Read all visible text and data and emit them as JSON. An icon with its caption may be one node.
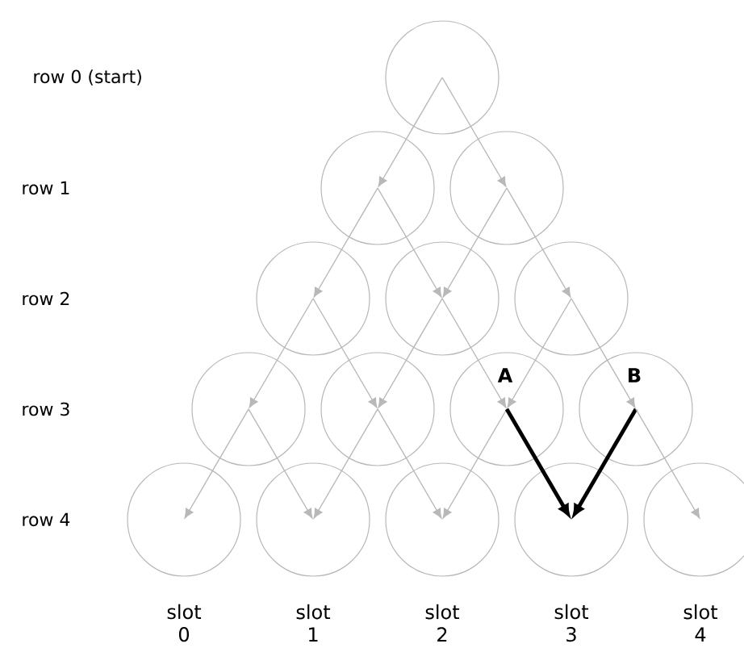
{
  "diagram": {
    "nodes": [
      {
        "text": [],
        "shape": "circle"
      },
      {
        "text": [],
        "shape": "circle"
      },
      {
        "text": [],
        "shape": "circle"
      },
      {
        "text": [],
        "shape": "circle"
      },
      {
        "text": [],
        "shape": "circle"
      },
      {
        "text": [],
        "shape": "circle"
      },
      {
        "text": [],
        "shape": "circle"
      },
      {
        "text": [],
        "shape": "circle"
      },
      {
        "text": [
          "A"
        ]
      },
      {
        "text": [
          "B"
        ]
      },
      {
        "text": [],
        "shape": "circle",
        "beside": [
          "slot 0"
        ]
      },
      {
        "text": [],
        "shape": "circle",
        "beside": [
          "slot 1"
        ]
      },
      {
        "text": [],
        "shape": "circle",
        "beside": [
          "slot 2"
        ]
      },
      {
        "text": [],
        "shape": "circle",
        "beside": [
          "slot 3"
        ]
      },
      {
        "text": [],
        "shape": "circle",
        "beside": [
          "slot 4"
        ]
      }
    ],
    "edges": [
      {
        "from": 0,
        "to": 1,
        "arrow": "to"
      },
      {
        "from": 0,
        "to": 2,
        "arrow": "to"
      },
      {
        "from": 1,
        "to": 3,
        "arrow": "to"
      },
      {
        "from": 1,
        "to": 4,
        "arrow": "to"
      },
      {
        "from": 2,
        "to": 4,
        "arrow": "to"
      },
      {
        "from": 2,
        "to": 5,
        "arrow": "to"
      },
      {
        "from": 3,
        "to": 6,
        "arrow": "to"
      },
      {
        "from": 3,
        "to": 7,
        "arrow": "to"
      },
      {
        "from": 4,
        "to": 7,
        "arrow": "to"
      },
      {
        "from": 4,
        "to": 8,
        "arrow": "to"
      },
      {
        "from": 5,
        "to": 8,
        "arrow": "to"
      },
      {
        "from": 5,
        "to": 9,
        "arrow": "to"
      },
      {
        "from": 6,
        "to": 10,
        "arrow": "to"
      },
      {
        "from": 6,
        "to": 11,
        "arrow": "to"
      },
      {
        "from": 7,
        "to": 11,
        "arrow": "to"
      },
      {
        "from": 7,
        "to": 12,
        "arrow": "to"
      },
      {
        "from": 8,
        "to": 12,
        "arrow": "to"
      },
      {
        "from": 8,
        "to": 13,
        "arrow": "to",
        "style": "thick",
        "color": "#000000"
      },
      {
        "from": 9,
        "to": 13,
        "arrow": "to",
        "style": "thick",
        "color": "#000000"
      },
      {
        "from": 9,
        "to": 14,
        "arrow": "to"
      }
    ],
    "labels": [
      "row 0 (start)",
      "row 1",
      "row 2",
      "row 3",
      "row 4"
    ]
  }
}
